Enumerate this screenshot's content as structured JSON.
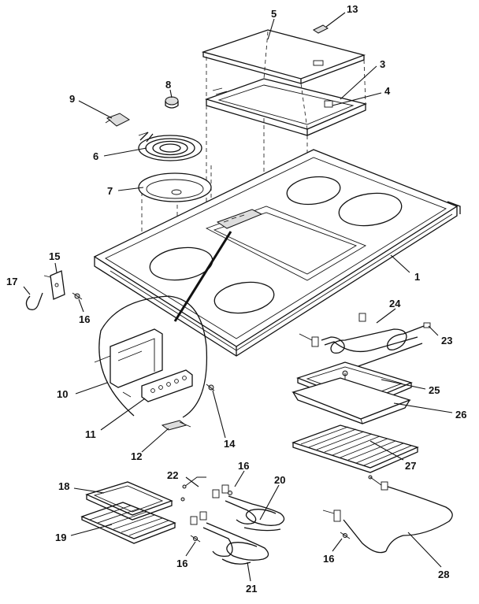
{
  "labels": {
    "l1": "1",
    "l3": "3",
    "l4": "4",
    "l5": "5",
    "l6": "6",
    "l7": "7",
    "l8": "8",
    "l9": "9",
    "l10": "10",
    "l11": "11",
    "l12": "12",
    "l13": "13",
    "l14": "14",
    "l15": "15",
    "l16a": "16",
    "l16b": "16",
    "l16c": "16",
    "l16d": "16",
    "l17": "17",
    "l18": "18",
    "l19": "19",
    "l20": "20",
    "l21": "21",
    "l22": "22",
    "l23": "23",
    "l24": "24",
    "l25": "25",
    "l26": "26",
    "l27": "27",
    "l28": "28"
  }
}
